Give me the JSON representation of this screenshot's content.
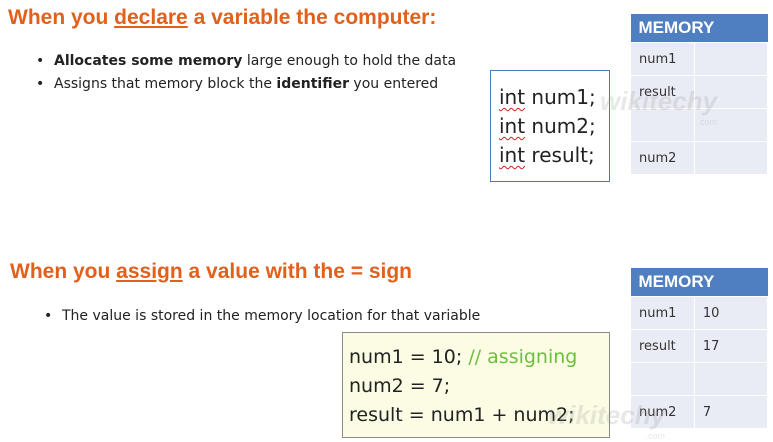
{
  "section_declare": {
    "heading_pre": "When you ",
    "heading_kw": "declare",
    "heading_post": " a variable the computer:",
    "bullets": [
      {
        "bold": "Allocates some memory",
        "rest": " large enough to hold the data"
      },
      {
        "pre": "Assigns that memory block the ",
        "bold": "identifier",
        "post": " you entered"
      }
    ],
    "code": [
      {
        "kw": "int",
        "rest": " num1;"
      },
      {
        "kw": "int",
        "rest": " num2;"
      },
      {
        "kw": "int",
        "rest": " result;"
      }
    ],
    "memory": {
      "header": "MEMORY",
      "rows": [
        {
          "name": "num1",
          "value": ""
        },
        {
          "name": "result",
          "value": ""
        },
        {
          "name": "",
          "value": ""
        },
        {
          "name": "num2",
          "value": ""
        }
      ]
    }
  },
  "section_assign": {
    "heading_pre": "When you ",
    "heading_kw": "assign",
    "heading_post": " a value with the = sign",
    "bullets": [
      {
        "text": "The value is stored in the memory location for that variable"
      }
    ],
    "code": [
      {
        "code": "num1 = 10; ",
        "comment": "// assigning"
      },
      {
        "code": "num2 = 7;",
        "comment": ""
      },
      {
        "code": "result = num1 + num2;",
        "comment": ""
      }
    ],
    "memory": {
      "header": "MEMORY",
      "rows": [
        {
          "name": "num1",
          "value": "10"
        },
        {
          "name": "result",
          "value": "17"
        },
        {
          "name": "",
          "value": ""
        },
        {
          "name": "num2",
          "value": "7"
        }
      ]
    }
  },
  "watermark": {
    "brand": "wikitechy",
    "domain": ".com"
  },
  "colors": {
    "heading": "#e0601c",
    "table_header": "#4f7fc0",
    "table_cell": "#e9ecf4",
    "comment": "#6cbf3c",
    "code_border": "#4a78b8",
    "code2_bg": "#fcfce4"
  }
}
